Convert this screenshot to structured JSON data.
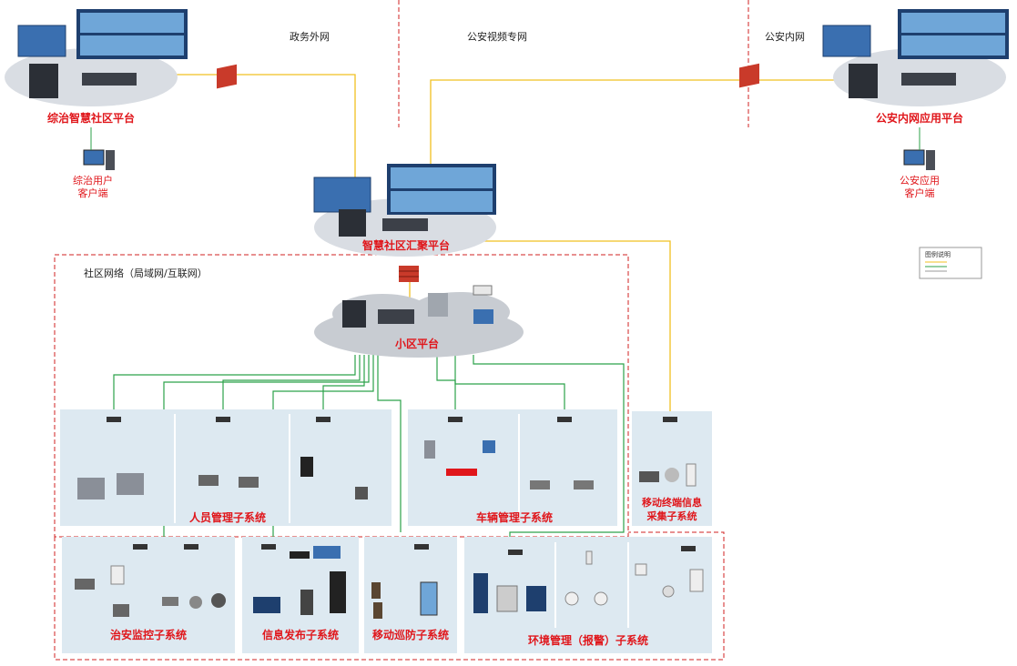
{
  "networks": {
    "gov_external": "政务外网",
    "police_video": "公安视频专网",
    "police_internal": "公安内网"
  },
  "platforms": {
    "zongzhi_platform": "综治智慧社区平台",
    "police_app_platform": "公安内网应用平台",
    "aggregation_platform": "智慧社区汇聚平台",
    "community_platform": "小区平台"
  },
  "clients": {
    "zongzhi_client": [
      "综治用户",
      "客户端"
    ],
    "police_client": [
      "公安应用",
      "客户端"
    ]
  },
  "community_network": {
    "label": "社区网络（局域网/互联网）"
  },
  "subsystems": {
    "personnel": "人员管理子系统",
    "vehicle": "车辆管理子系统",
    "mobile_terminal": [
      "移动终端信息",
      "采集子系统"
    ],
    "security_monitor": "治安监控子系统",
    "info_publish": "信息发布子系统",
    "mobile_patrol": "移动巡防子系统",
    "environment": "环境管理（报警）子系统"
  },
  "colors": {
    "platform_red": "#e0161b",
    "fiber_yellow": "#f0c020",
    "lan_green": "#2ca24a",
    "panel_blue": "#dde9f1",
    "firewall": "#c93a2a"
  },
  "legend": {
    "title": "图例说明"
  },
  "icons": [
    "firewall-icon",
    "switch-icon",
    "server-icon",
    "video-wall-icon",
    "pc-client-icon",
    "camera-icon"
  ]
}
